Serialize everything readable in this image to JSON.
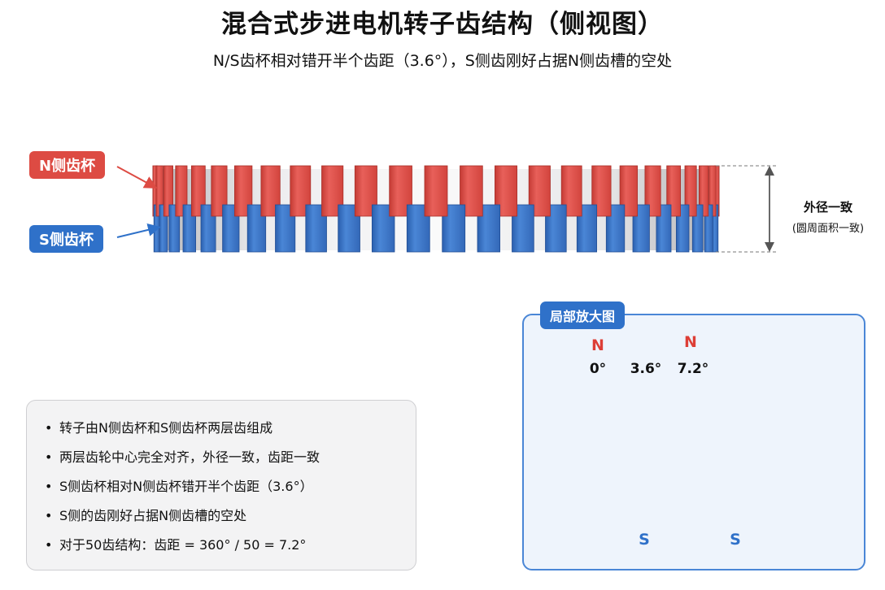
{
  "header": {
    "title": "混合式步进电机转子齿结构（侧视图）",
    "subtitle": "N/S齿杯相对错开半个齿距（3.6°），S侧齿刚好占据N侧齿槽的空处"
  },
  "labels": {
    "n_cup": "N侧齿杯",
    "s_cup": "S侧齿杯",
    "diameter_main": "外径一致",
    "diameter_sub": "(圆周面积一致)"
  },
  "notes": [
    "转子由N侧齿杯和S侧齿杯两层齿组成",
    "两层齿轮中心完全对齐，外径一致，齿距一致",
    "S侧齿杯相对N侧齿杯错开半个齿距（3.6°）",
    "S侧的齿刚好占据N侧齿槽的空处",
    "对于50齿结构：齿距 = 360° / 50 = 7.2°"
  ],
  "zoom": {
    "tag": "局部放大图",
    "n_letter_1": "N",
    "n_letter_2": "N",
    "deg_0": "0°",
    "deg_1": "3.6°",
    "deg_2": "7.2°",
    "s_letter_1": "S",
    "s_letter_2": "S"
  },
  "colors": {
    "n_red": "#e0504a",
    "s_blue": "#3a78c9",
    "accent_border": "#4a86d6"
  }
}
